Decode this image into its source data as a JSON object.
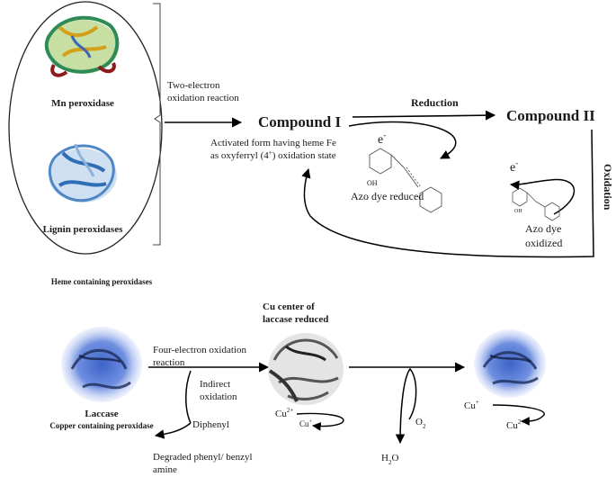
{
  "top": {
    "mn_peroxidase": "Mn peroxidase",
    "lignin_peroxidases": "Lignin peroxidases",
    "heme_group_caption": "Heme containing peroxidases",
    "two_electron_line1": "Two-electron",
    "two_electron_line2": "oxidation reaction",
    "compound1": "Compound I",
    "compound2": "Compound II",
    "reduction": "Reduction",
    "oxidation": "Oxidation",
    "activated_line1": "Activated form having heme Fe",
    "activated_line2": "as oxyferryl  (4",
    "activated_sup": "+",
    "activated_line2_end": ") oxidation state",
    "electron_e": "e",
    "electron_sup": "-",
    "oh_label": "OH",
    "azo_reduced": "Azo dye reduced",
    "azo_oxidized_line1": "Azo    dye",
    "azo_oxidized_line2": "oxidized"
  },
  "bottom": {
    "cu_center_line1": "Cu     center     of",
    "cu_center_line2": "laccase reduced",
    "laccase": "Laccase",
    "copper_caption": "Copper containing peroxidase",
    "four_electron_line1": "Four-electron oxidation",
    "four_electron_line2": "reaction",
    "indirect_line1": "Indirect",
    "indirect_line2": "oxidation",
    "diphenyl": "Diphenyl",
    "degraded_line1": "Degraded phenyl/ benzyl",
    "degraded_line2": "amine",
    "cu": "Cu",
    "sup_2plus": "2+",
    "sup_plus": "+",
    "o": "O",
    "sub_2": "2",
    "h": "H",
    "h2o_o": "O"
  }
}
